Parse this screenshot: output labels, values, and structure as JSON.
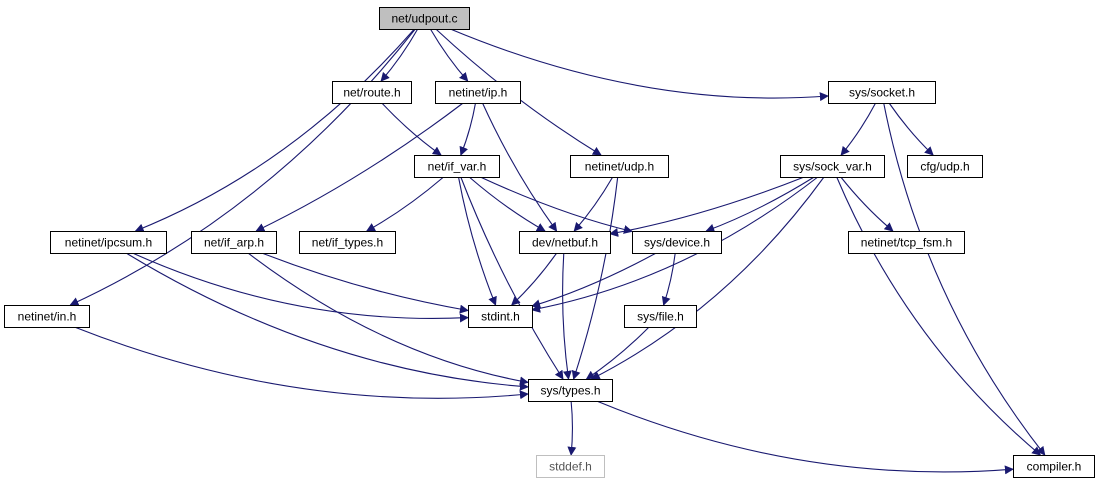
{
  "diagram": {
    "type": "include-dependency-graph",
    "edge_color": "#191970",
    "root_fill": "#bfbfbf",
    "missing_border": "#bfbfbf",
    "nodes": [
      {
        "id": "udpout",
        "label": "net/udpout.c",
        "kind": "root"
      },
      {
        "id": "route",
        "label": "net/route.h"
      },
      {
        "id": "ip",
        "label": "netinet/ip.h"
      },
      {
        "id": "socket",
        "label": "sys/socket.h"
      },
      {
        "id": "ifvar",
        "label": "net/if_var.h"
      },
      {
        "id": "udph",
        "label": "netinet/udp.h"
      },
      {
        "id": "sockvar",
        "label": "sys/sock_var.h"
      },
      {
        "id": "cfgudp",
        "label": "cfg/udp.h"
      },
      {
        "id": "ipcsum",
        "label": "netinet/ipcsum.h"
      },
      {
        "id": "ifarp",
        "label": "net/if_arp.h"
      },
      {
        "id": "iftypes",
        "label": "net/if_types.h"
      },
      {
        "id": "netbuf",
        "label": "dev/netbuf.h"
      },
      {
        "id": "device",
        "label": "sys/device.h"
      },
      {
        "id": "tcpfsm",
        "label": "netinet/tcp_fsm.h"
      },
      {
        "id": "in",
        "label": "netinet/in.h"
      },
      {
        "id": "stdint",
        "label": "stdint.h"
      },
      {
        "id": "file",
        "label": "sys/file.h"
      },
      {
        "id": "types",
        "label": "sys/types.h"
      },
      {
        "id": "stddef",
        "label": "stddef.h",
        "kind": "missing"
      },
      {
        "id": "compiler",
        "label": "compiler.h"
      }
    ],
    "edges": [
      [
        "udpout",
        "route"
      ],
      [
        "udpout",
        "ip"
      ],
      [
        "udpout",
        "udph"
      ],
      [
        "udpout",
        "socket"
      ],
      [
        "udpout",
        "ipcsum"
      ],
      [
        "udpout",
        "in"
      ],
      [
        "route",
        "ifvar"
      ],
      [
        "ip",
        "ifvar"
      ],
      [
        "ip",
        "ifarp"
      ],
      [
        "ip",
        "netbuf"
      ],
      [
        "socket",
        "sockvar"
      ],
      [
        "socket",
        "cfgudp"
      ],
      [
        "socket",
        "compiler"
      ],
      [
        "ifvar",
        "iftypes"
      ],
      [
        "ifvar",
        "netbuf"
      ],
      [
        "ifvar",
        "device"
      ],
      [
        "ifvar",
        "stdint"
      ],
      [
        "ifvar",
        "types"
      ],
      [
        "udph",
        "netbuf"
      ],
      [
        "udph",
        "types"
      ],
      [
        "sockvar",
        "netbuf"
      ],
      [
        "sockvar",
        "device"
      ],
      [
        "sockvar",
        "tcpfsm"
      ],
      [
        "sockvar",
        "stdint"
      ],
      [
        "sockvar",
        "types"
      ],
      [
        "sockvar",
        "compiler"
      ],
      [
        "ipcsum",
        "stdint"
      ],
      [
        "ipcsum",
        "types"
      ],
      [
        "ifarp",
        "stdint"
      ],
      [
        "ifarp",
        "types"
      ],
      [
        "netbuf",
        "stdint"
      ],
      [
        "netbuf",
        "types"
      ],
      [
        "device",
        "stdint"
      ],
      [
        "device",
        "file"
      ],
      [
        "in",
        "types"
      ],
      [
        "file",
        "types"
      ],
      [
        "types",
        "stddef"
      ],
      [
        "types",
        "compiler"
      ]
    ]
  }
}
